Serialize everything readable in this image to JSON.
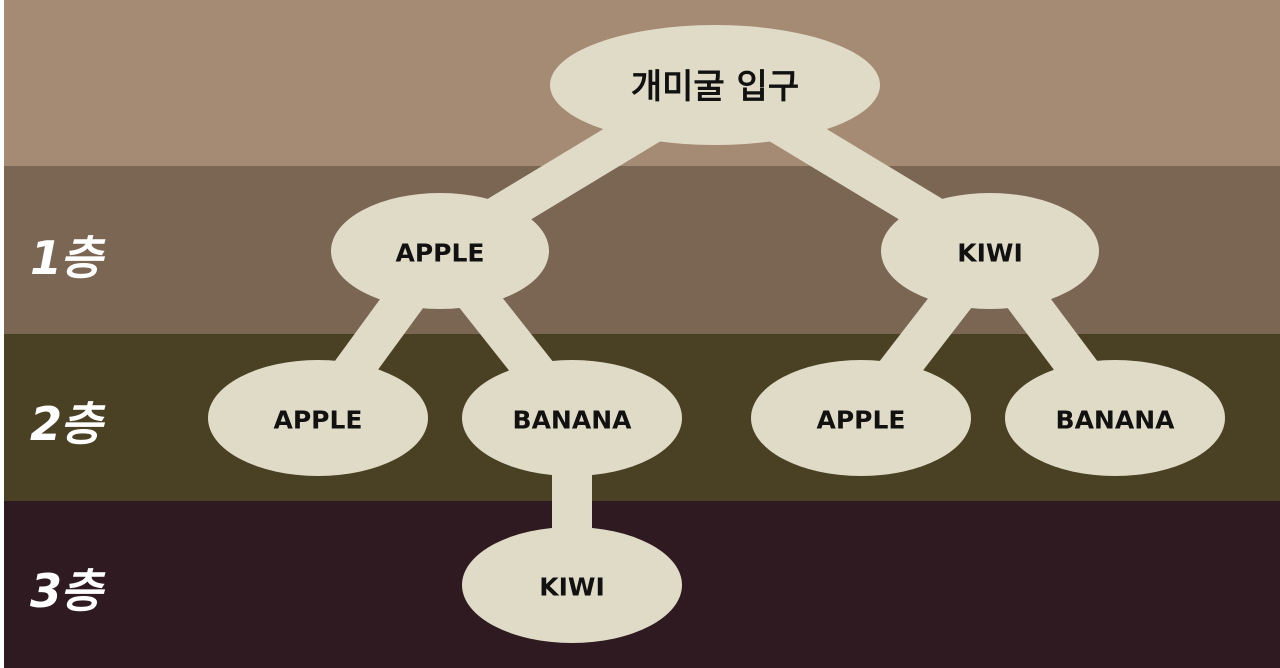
{
  "colors": {
    "level0_bg": "#a68b74",
    "level1_bg": "#7b6654",
    "level2_bg": "#4a4023",
    "level3_bg": "#2e1a20",
    "node_fill": "#dfdbc7",
    "edge": "#dfdbc7",
    "node_text": "#111111",
    "level_text": "#ffffff"
  },
  "levels": [
    {
      "label": ""
    },
    {
      "label": "1층"
    },
    {
      "label": "2층"
    },
    {
      "label": "3층"
    }
  ],
  "nodes": [
    {
      "id": "root",
      "label": "개미굴 입구",
      "level": 0,
      "parent": null
    },
    {
      "id": "apple-1",
      "label": "APPLE",
      "level": 1,
      "parent": "root"
    },
    {
      "id": "kiwi-1",
      "label": "KIWI",
      "level": 1,
      "parent": "root"
    },
    {
      "id": "apple-2a",
      "label": "APPLE",
      "level": 2,
      "parent": "apple-1"
    },
    {
      "id": "banana-2a",
      "label": "BANANA",
      "level": 2,
      "parent": "apple-1"
    },
    {
      "id": "apple-2b",
      "label": "APPLE",
      "level": 2,
      "parent": "kiwi-1"
    },
    {
      "id": "banana-2b",
      "label": "BANANA",
      "level": 2,
      "parent": "kiwi-1"
    },
    {
      "id": "kiwi-3",
      "label": "KIWI",
      "level": 3,
      "parent": "banana-2a"
    }
  ]
}
